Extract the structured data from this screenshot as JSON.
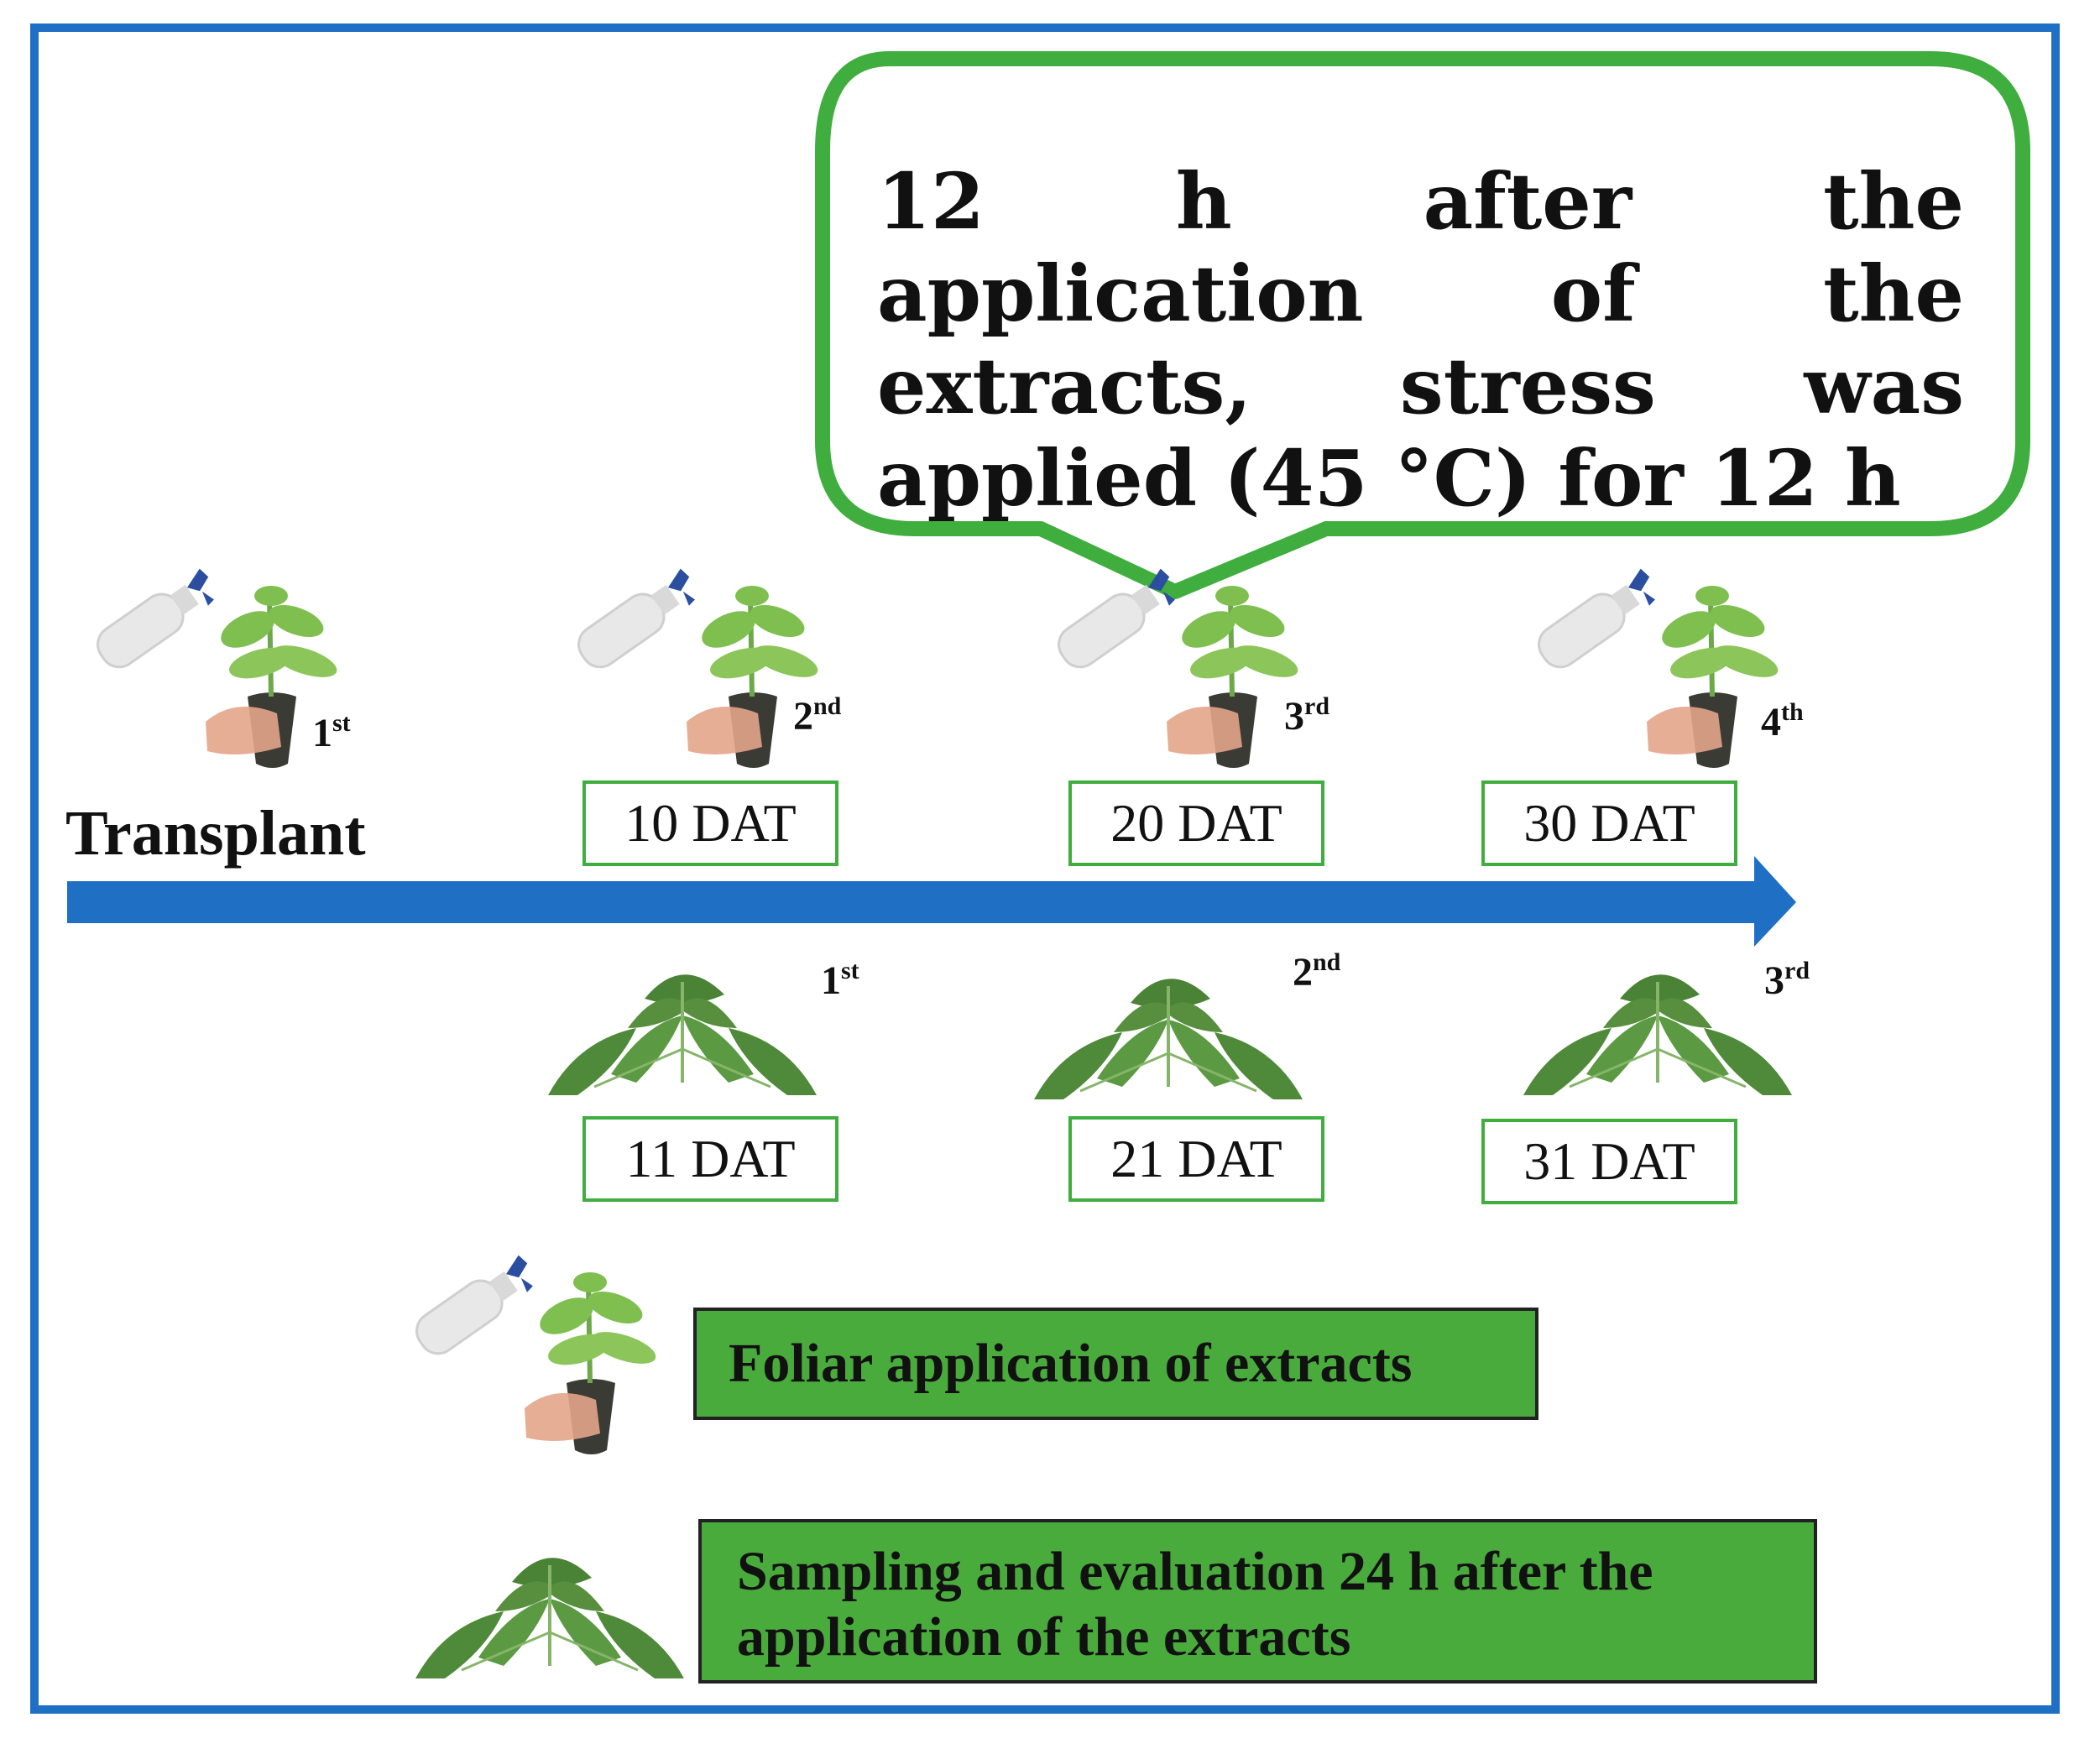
{
  "callout": {
    "text": "12 h after the application of the extracts, stress was applied (45 °C) for 12 h"
  },
  "timeline": {
    "start_label": "Transplant",
    "applications": [
      {
        "ordinal": "1",
        "suffix": "st"
      },
      {
        "ordinal": "2",
        "suffix": "nd",
        "day_label": "10 DAT"
      },
      {
        "ordinal": "3",
        "suffix": "rd",
        "day_label": "20 DAT"
      },
      {
        "ordinal": "4",
        "suffix": "th",
        "day_label": "30 DAT"
      }
    ],
    "samplings": [
      {
        "ordinal": "1",
        "suffix": "st",
        "day_label": "11 DAT"
      },
      {
        "ordinal": "2",
        "suffix": "nd",
        "day_label": "21 DAT"
      },
      {
        "ordinal": "3",
        "suffix": "rd",
        "day_label": "31 DAT"
      }
    ]
  },
  "legend": {
    "foliar": "Foliar application of extracts",
    "sampling_line1": "Sampling and evaluation 24 h after the",
    "sampling_line2": "application of the extracts"
  },
  "colors": {
    "frame": "#1f6fc5",
    "arrow": "#1f6fc5",
    "callout_border": "#3fae3f",
    "legend_fill": "#4aab3d",
    "box_border": "#3fae3f",
    "leaf": "#4f8a3a"
  },
  "icons": {
    "application": "spray-bottle-seedling-icon",
    "sampling": "tomato-leaf-icon"
  }
}
